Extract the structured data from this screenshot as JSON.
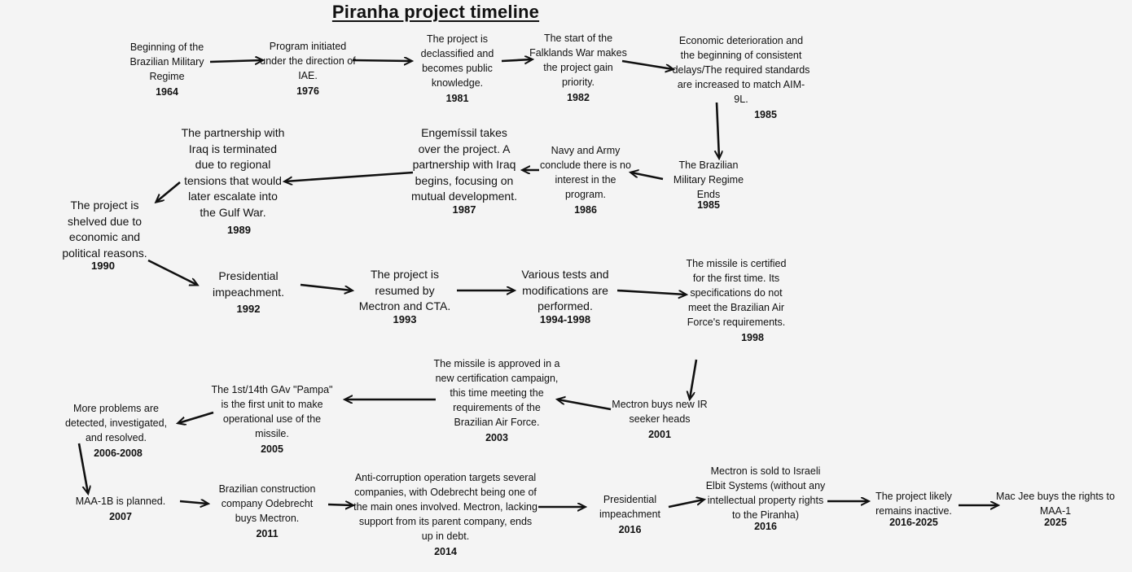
{
  "title": "Piranha project timeline",
  "events": [
    {
      "text": "Beginning of the Brazilian Military Regime",
      "year": "1964"
    },
    {
      "text": "Program initiated under the direction of IAE.",
      "year": "1976"
    },
    {
      "text": "The project is declassified and becomes public knowledge.",
      "year": "1981"
    },
    {
      "text": "The start of the Falklands War makes the project gain priority.",
      "year": "1982"
    },
    {
      "text": "Economic deterioration and the beginning of consistent delays/The required standards are increased to match AIM-9L.",
      "year": "1985"
    },
    {
      "text": "The Brazilian Military Regime Ends",
      "year": "1985"
    },
    {
      "text": "Navy and Army conclude there is no interest in the program.",
      "year": "1986"
    },
    {
      "text": "Engemíssil takes over the project. A partnership with Iraq begins, focusing on mutual development.",
      "year": "1987"
    },
    {
      "text": "The partnership with Iraq is terminated due to regional tensions that would later escalate into the Gulf War.",
      "year": "1989"
    },
    {
      "text": "The project is shelved due to economic and political reasons.",
      "year": "1990"
    },
    {
      "text": "Presidential impeachment.",
      "year": "1992"
    },
    {
      "text": "The project is resumed by Mectron and CTA.",
      "year": "1993"
    },
    {
      "text": "Various tests and modifications are performed.",
      "year": "1994-1998"
    },
    {
      "text": "The missile is certified for the first time. Its specifications do not meet the Brazilian Air Force's requirements.",
      "year": "1998"
    },
    {
      "text": "Mectron buys new IR seeker heads",
      "year": "2001"
    },
    {
      "text": "The missile is approved in a new certification campaign, this time meeting the requirements of the Brazilian Air Force.",
      "year": "2003"
    },
    {
      "text": "The 1st/14th GAv \"Pampa\" is the first unit to make operational use of the missile.",
      "year": "2005"
    },
    {
      "text": "More problems are detected, investigated, and resolved.",
      "year": "2006-2008"
    },
    {
      "text": "MAA-1B is planned.",
      "year": "2007"
    },
    {
      "text": "Brazilian construction company Odebrecht buys Mectron.",
      "year": "2011"
    },
    {
      "text": "Anti-corruption operation targets several companies, with Odebrecht being one of the main ones involved. Mectron, lacking support from its parent company, ends up in debt.",
      "year": "2014"
    },
    {
      "text": "Presidential impeachment",
      "year": "2016"
    },
    {
      "text": "Mectron is sold to Israeli Elbit Systems (without any intellectual property rights to the Piranha)",
      "year": "2016"
    },
    {
      "text": "The project likely remains inactive.",
      "year": "2016-2025"
    },
    {
      "text": "Mac Jee buys the rights to MAA-1",
      "year": "2025"
    }
  ]
}
